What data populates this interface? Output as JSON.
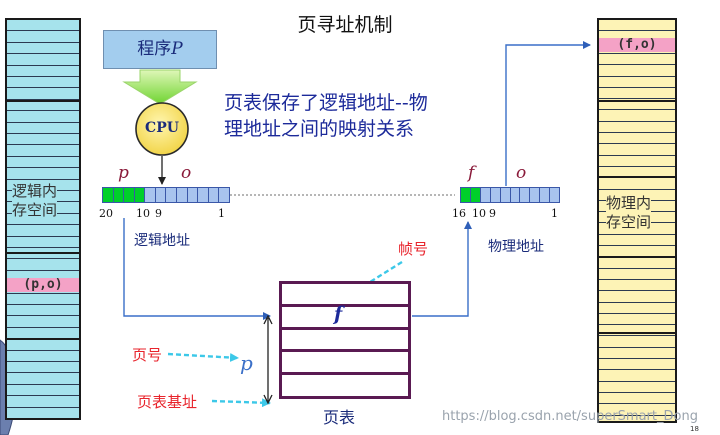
{
  "title": "页寻址机制",
  "program_box": {
    "label": "程序",
    "var": "P"
  },
  "cpu": {
    "label": "CPU"
  },
  "note": {
    "line1": "页表保存了逻辑地址--物",
    "line2": "理地址之间的映射关系"
  },
  "logical": {
    "p": "p",
    "o": "o",
    "bit_left": "20",
    "bit_mid": "10",
    "bit_mid2": "9",
    "bit_right": "1",
    "caption": "逻辑地址"
  },
  "physical": {
    "f": "f",
    "o": "o",
    "bit_left": "16",
    "bit_mid": "10",
    "bit_mid2": "9",
    "bit_right": "1",
    "caption": "物理地址"
  },
  "left_memory": {
    "label_l1": "逻辑内",
    "label_l2": "存空间",
    "entry": "(p,o)"
  },
  "right_memory": {
    "label_l1": "物理内",
    "label_l2": "存空间",
    "entry": "(f,o)"
  },
  "page_table": {
    "entry": "f",
    "caption": "页表"
  },
  "annotations": {
    "frame_no": "帧号",
    "page_no": "页号",
    "table_base": "页表基址",
    "p_symbol": "p"
  },
  "watermark": "https://blog.csdn.net/superSmart_Dong",
  "page_number": "18",
  "colors": {
    "mem_cyan": "#a6e3ec",
    "mem_yellow": "#fdf3b6",
    "entry_pink": "#f4a2c6",
    "bar_blue": "#a8c4ee",
    "bar_green": "#00d02a",
    "arrow_blue": "#3a6fc8",
    "dashed_cyan": "#3cc8e8",
    "red_text": "#e8242c",
    "table_border": "#5a1a52"
  }
}
